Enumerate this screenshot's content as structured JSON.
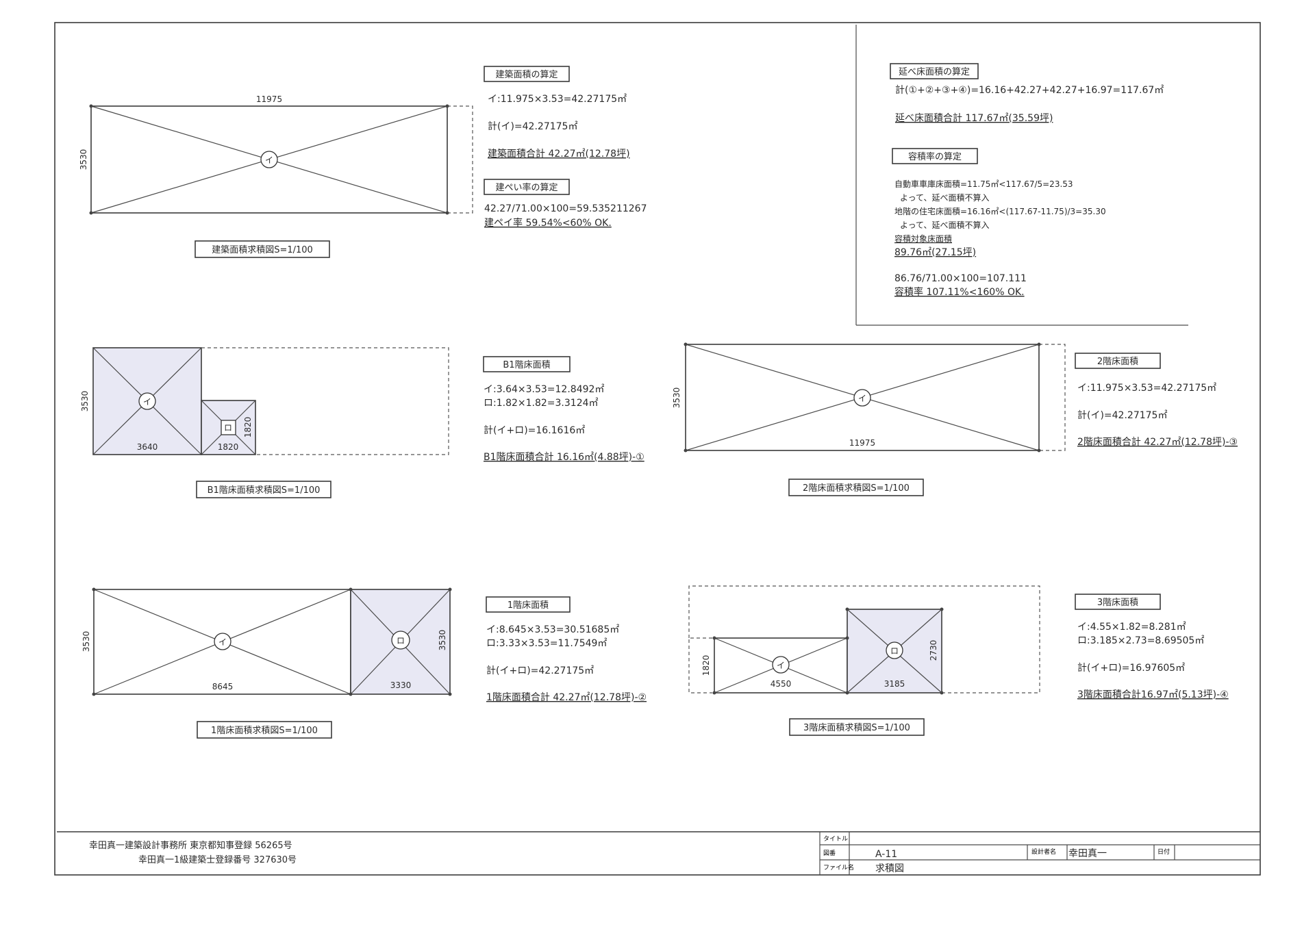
{
  "plans": {
    "building": {
      "dim_top": "11975",
      "dim_left": "3530",
      "mark_i": "イ",
      "caption": "建築面積求積図S=1/100",
      "heading": "建築面積の算定",
      "calc1": "イ:11.975×3.53=42.27175㎡",
      "calc2": "計(イ)=42.27175㎡",
      "total": "建築面積合計 42.27㎡(12.78坪)",
      "coverage_heading": "建ぺい率の算定",
      "coverage_calc": "42.27/71.00×100=59.535211267",
      "coverage_result": "建ペイ率 59.54%<60% OK."
    },
    "b1": {
      "dim_left": "3530",
      "dim_i_bottom": "3640",
      "dim_ro_bottom": "1820",
      "dim_ro_right": "1820",
      "mark_i": "イ",
      "mark_ro": "ロ",
      "caption": "B1階床面積求積図S=1/100",
      "heading": "B1階床面積",
      "calc1": "イ:3.64×3.53=12.8492㎡",
      "calc2": "ロ:1.82×1.82=3.3124㎡",
      "calc3": "計(イ+ロ)=16.1616㎡",
      "total": "B1階床面積合計 16.16㎡(4.88坪)-①"
    },
    "f2": {
      "dim_left": "3530",
      "dim_bottom": "11975",
      "mark_i": "イ",
      "caption": "2階床面積求積図S=1/100",
      "heading": "2階床面積",
      "calc1": "イ:11.975×3.53=42.27175㎡",
      "calc2": "計(イ)=42.27175㎡",
      "total": "2階床面積合計 42.27㎡(12.78坪)-③"
    },
    "f1": {
      "dim_left": "3530",
      "dim_right": "3530",
      "dim_i_bottom": "8645",
      "dim_ro_bottom": "3330",
      "mark_i": "イ",
      "mark_ro": "ロ",
      "caption": "1階床面積求積図S=1/100",
      "heading": "1階床面積",
      "calc1": "イ:8.645×3.53=30.51685㎡",
      "calc2": "ロ:3.33×3.53=11.7549㎡",
      "calc3": "計(イ+ロ)=42.27175㎡",
      "total": "1階床面積合計 42.27㎡(12.78坪)-②"
    },
    "f3": {
      "dim_left": "1820",
      "dim_right": "2730",
      "dim_i_bottom": "4550",
      "dim_ro_bottom": "3185",
      "mark_i": "イ",
      "mark_ro": "ロ",
      "caption": "3階床面積求積図S=1/100",
      "heading": "3階床面積",
      "calc1": "イ:4.55×1.82=8.281㎡",
      "calc2": "ロ:3.185×2.73=8.69505㎡",
      "calc3": "計(イ+ロ)=16.97605㎡",
      "total": "3階床面積合計16.97㎡(5.13坪)-④"
    }
  },
  "summary": {
    "total_heading": "延べ床面積の算定",
    "total_calc": "計(①+②+③+④)=16.16+42.27+42.27+16.97=117.67㎡",
    "total_result": "延べ床面積合計 117.67㎡(35.59坪)",
    "far_heading": "容積率の算定",
    "line1": "自動車車庫床面積=11.75㎡<117.67/5=23.53",
    "line2": "よって、延べ面積不算入",
    "line3": "地階の住宅床面積=16.16㎡<(117.67-11.75)/3=35.30",
    "line4": "よって、延べ面積不算入",
    "line5": "容積対象床面積",
    "line6": "89.76㎡(27.15坪)",
    "line7": "86.76/71.00×100=107.111",
    "line8": "容積率 107.11%<160% OK."
  },
  "title_block": {
    "office": "幸田真一建築設計事務所 東京都知事登録 56265号",
    "architect": "幸田真一1級建築士登録番号 327630号",
    "label_title": "タイトル",
    "label_number": "図番",
    "number": "A-11",
    "label_designer": "設計者名",
    "designer": "幸田真一",
    "label_date": "日付",
    "label_file": "ファイル名",
    "file": "求積図"
  }
}
